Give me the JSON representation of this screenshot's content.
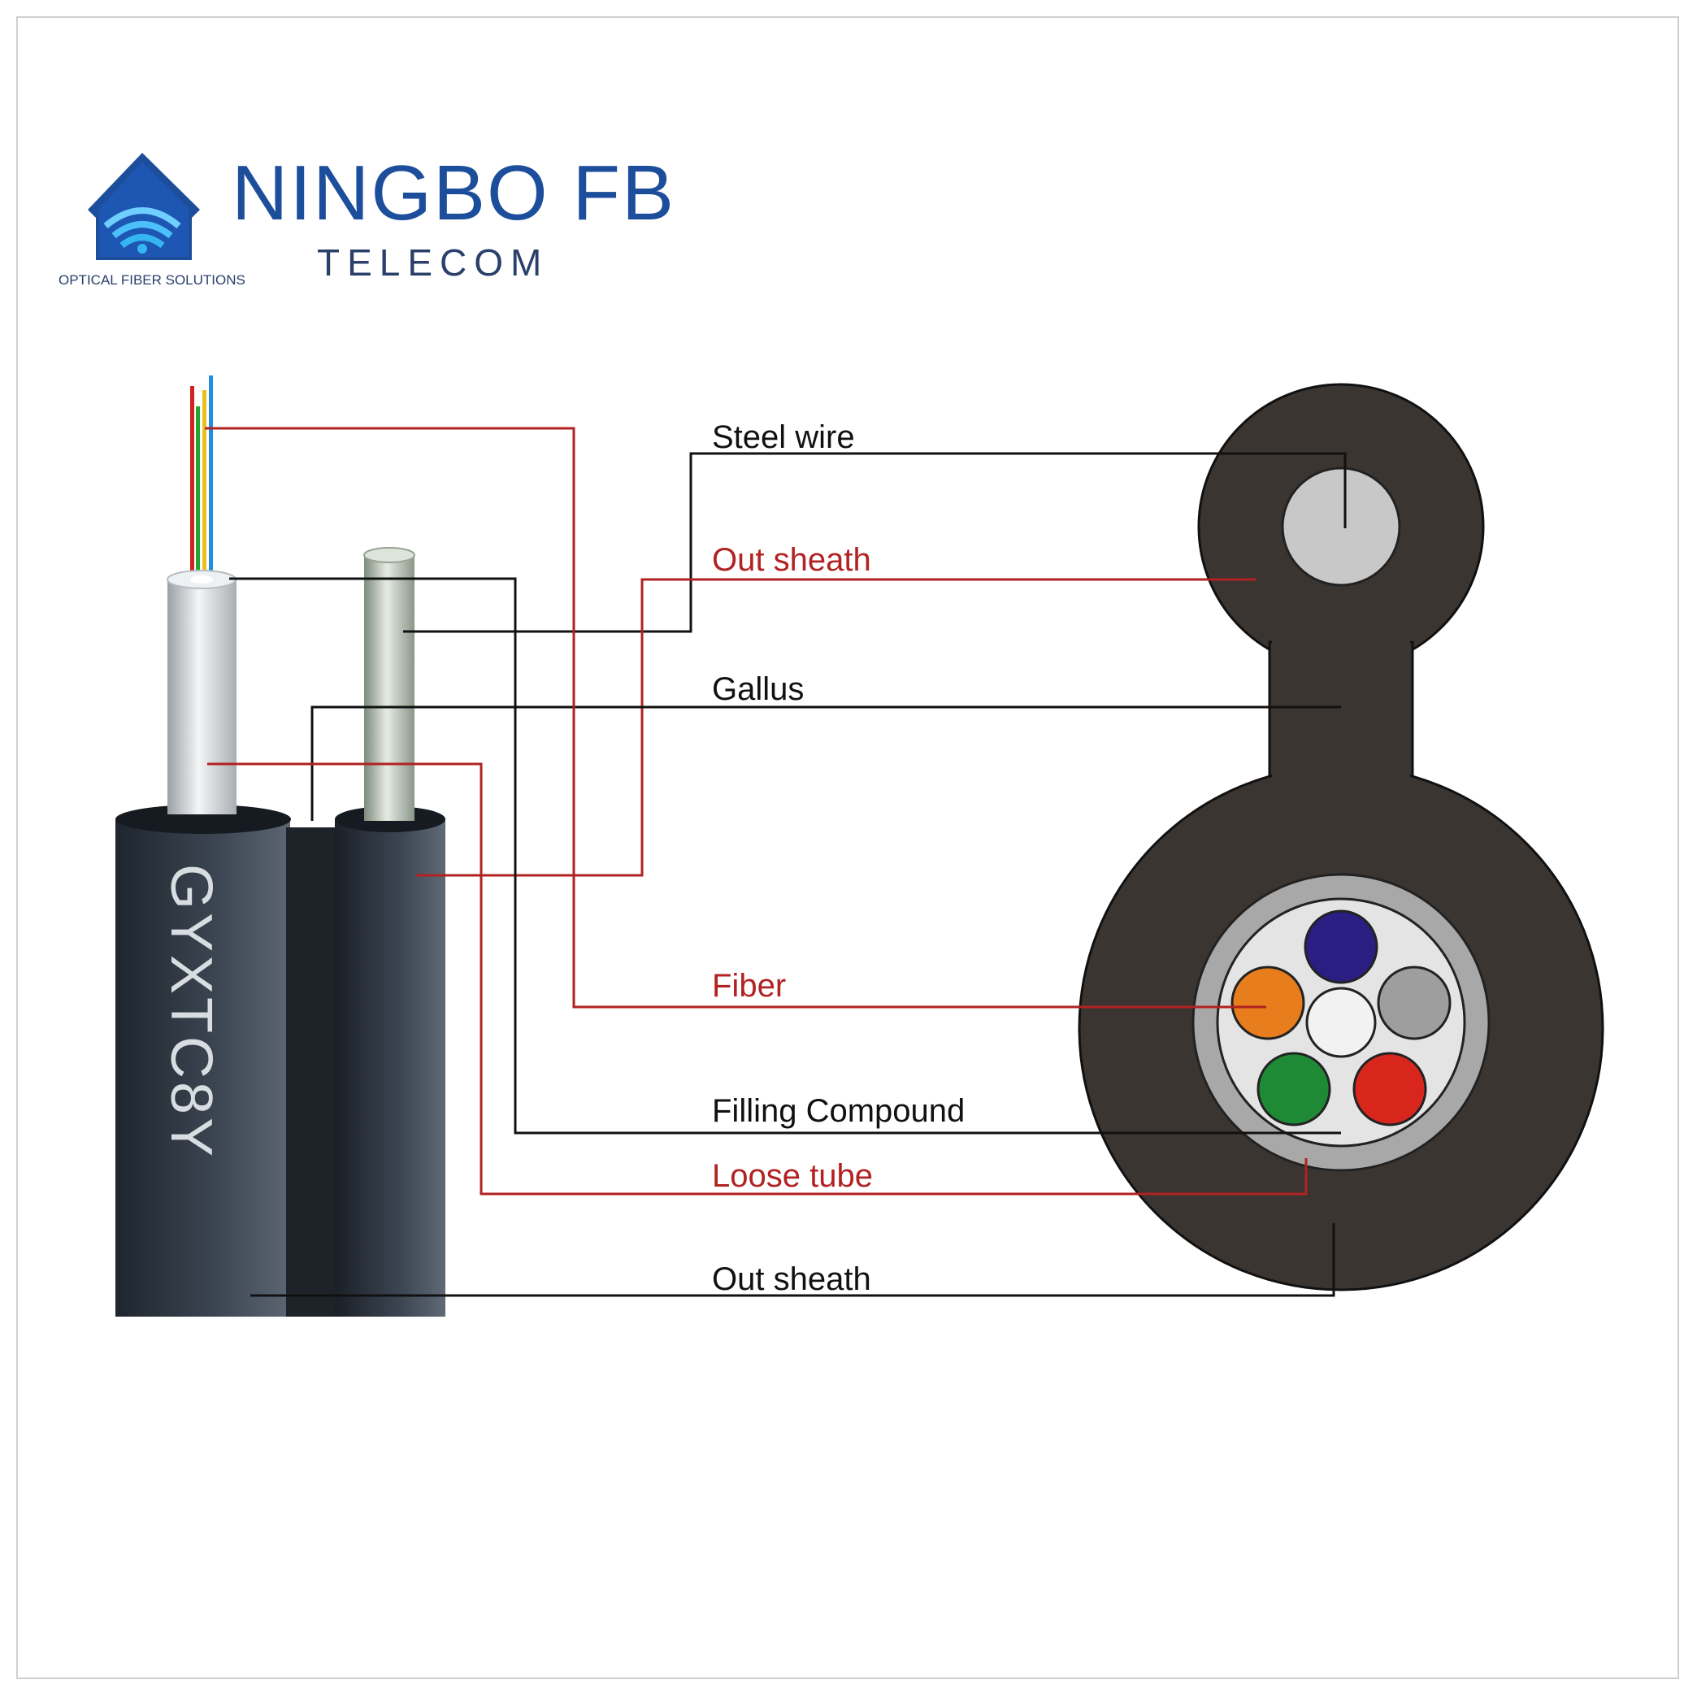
{
  "brand": {
    "name": "NINGBO FB",
    "subtitle": "TELECOM",
    "tagline": "OPTICAL FIBER SOLUTIONS",
    "colors": {
      "primary": "#1c4e9c",
      "accent": "#35b6f2"
    }
  },
  "cable": {
    "model": "GYXTC8Y",
    "sheath_color": "#2e3440",
    "fiber_colors": [
      "#d32020",
      "#23a82e",
      "#e6c21e",
      "#1f8fe0"
    ]
  },
  "cross_section": {
    "sheath_color": "#3b3532",
    "steel_wire_color": "#c8c8c8",
    "fiber_colors": [
      "#2b1e83",
      "#e87d1e",
      "#9e9e9e",
      "#1e8a36",
      "#d9261c",
      "#f2f2f2"
    ]
  },
  "labels": {
    "steel_wire": "Steel wire",
    "out_sheath_top": "Out sheath",
    "gallus": "Gallus",
    "fiber": "Fiber",
    "filling_compound": "Filling Compound",
    "loose_tube": "Loose tube",
    "out_sheath_bottom": "Out sheath"
  },
  "colors": {
    "label_black": "#111111",
    "label_red": "#b22222"
  }
}
